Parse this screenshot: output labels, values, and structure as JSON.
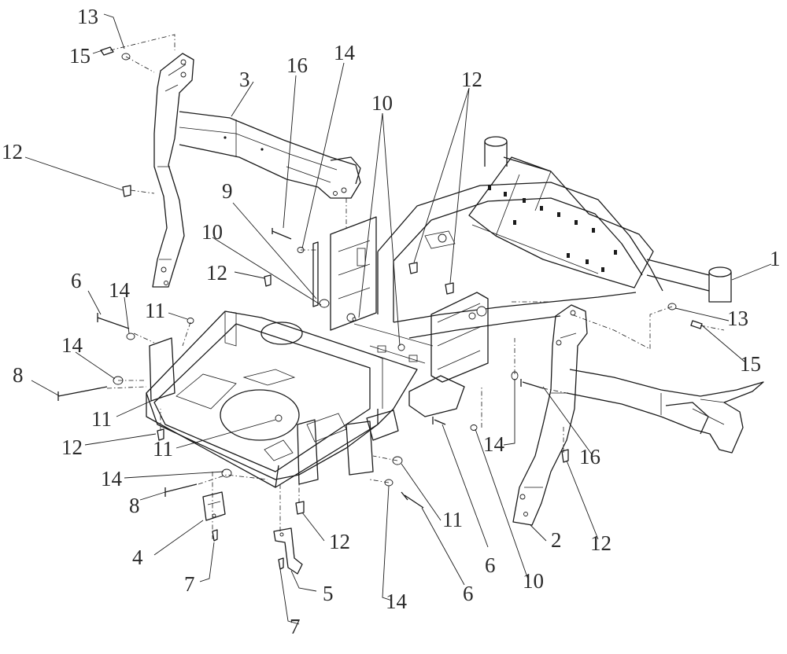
{
  "callouts": {
    "c1": "1",
    "c2": "2",
    "c3": "3",
    "c4": "4",
    "c5": "5",
    "c6a": "6",
    "c6b": "6",
    "c6c": "6",
    "c7a": "7",
    "c7b": "7",
    "c8a": "8",
    "c8b": "8",
    "c9": "9",
    "c10a": "10",
    "c10b": "10",
    "c10c": "10",
    "c11a": "11",
    "c11b": "11",
    "c11c": "11",
    "c11d": "11",
    "c12a": "12",
    "c12b": "12",
    "c12c": "12",
    "c12d": "12",
    "c12e": "12",
    "c12f": "12",
    "c13a": "13",
    "c13b": "13",
    "c14a": "14",
    "c14b": "14",
    "c14c": "14",
    "c14d": "14",
    "c14e": "14",
    "c14f": "14",
    "c15a": "15",
    "c15b": "15",
    "c16a": "16",
    "c16b": "16"
  }
}
